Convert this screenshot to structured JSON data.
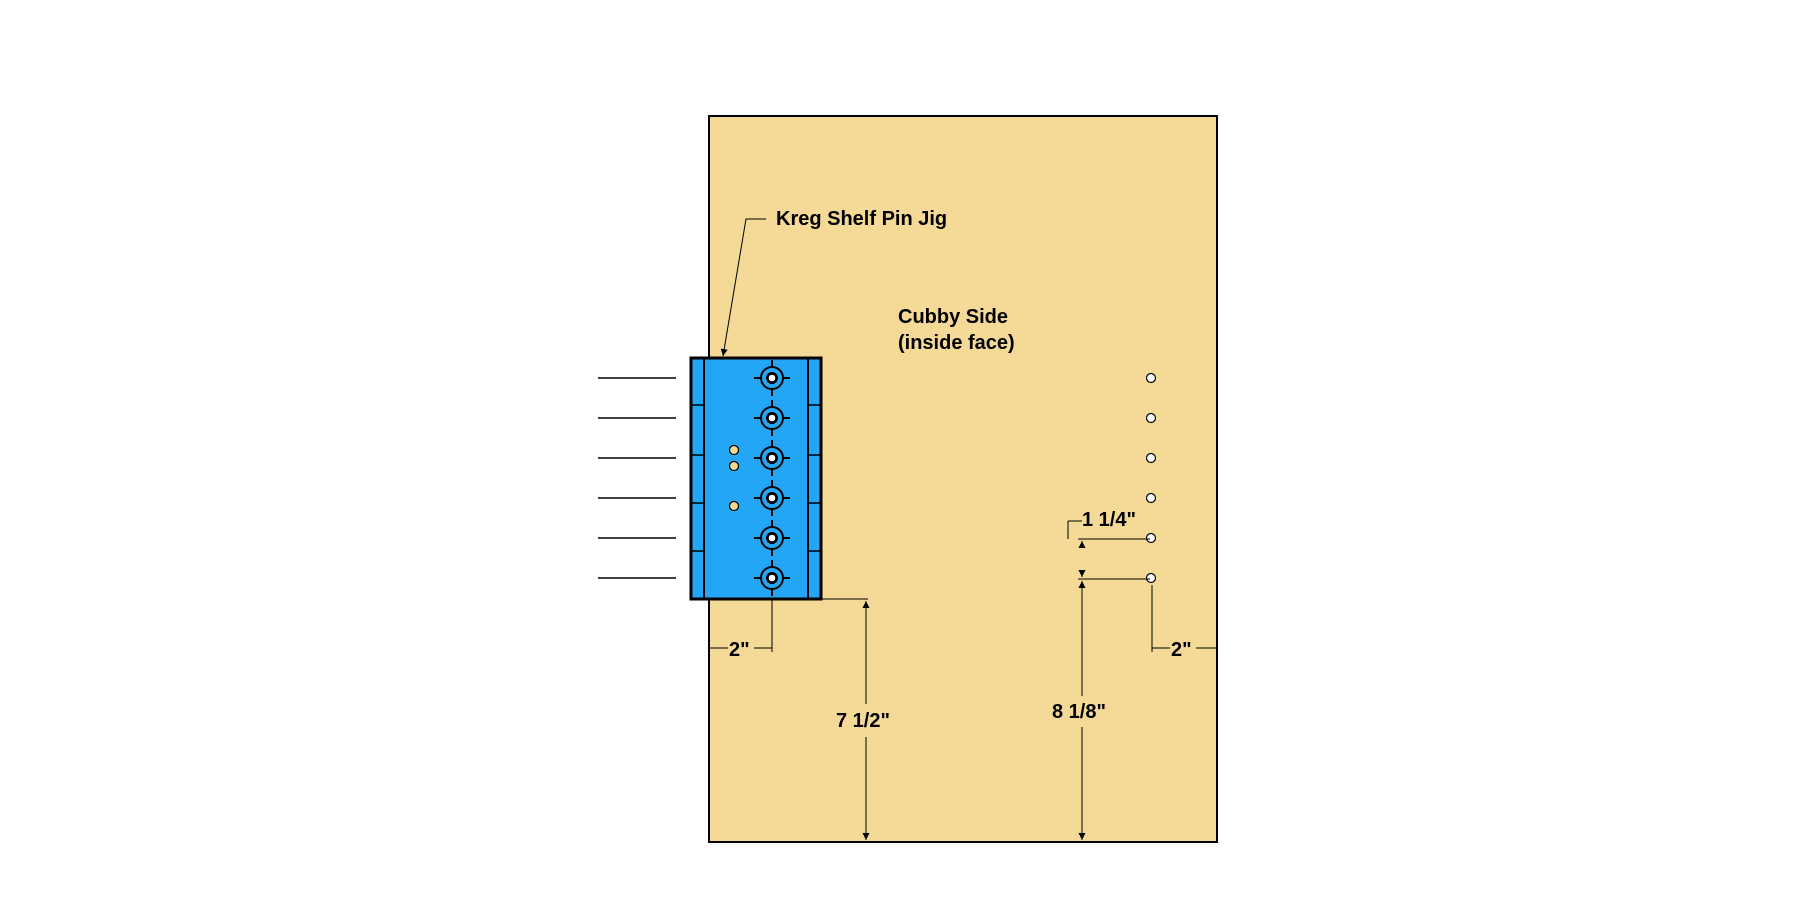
{
  "labels": {
    "jig_label": "Kreg Shelf Pin Jig",
    "panel_line1": "Cubby Side",
    "panel_line2": "(inside face)"
  },
  "dimensions": {
    "left_offset": "2\"",
    "right_offset": "2\"",
    "jig_height_from_bottom": "7 1/2\"",
    "first_hole_from_bottom": "8 1/8\"",
    "hole_spacing": "1 1/4\""
  },
  "colors": {
    "panel": "#f5da97",
    "jig": "#22a6f5",
    "jig_marker": "#f5da97",
    "hole": "#ffffff",
    "stroke": "#000000"
  },
  "icons": {
    "drill_guide": "crosshair-bushing-icon"
  }
}
